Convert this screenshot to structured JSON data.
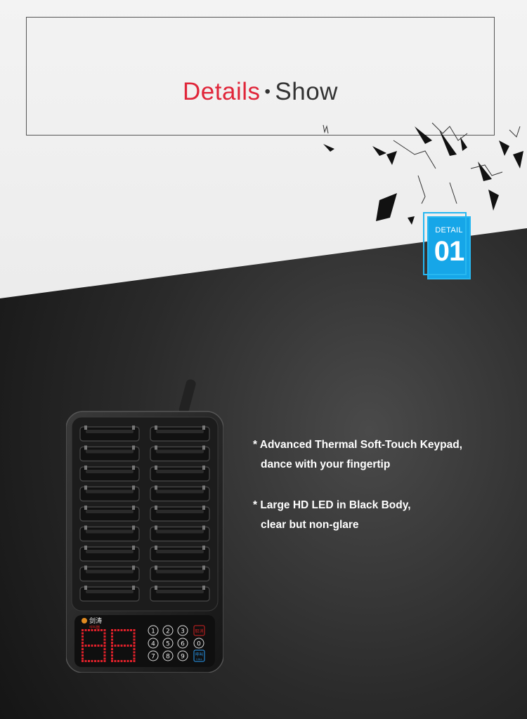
{
  "header": {
    "title_accent": "Details",
    "title_separator": "•",
    "title_rest": "Show"
  },
  "badge": {
    "label": "DETAIL",
    "number": "01"
  },
  "features": [
    {
      "line1": "* Advanced Thermal Soft-Touch Keypad,",
      "line2": "dance with your fingertip"
    },
    {
      "line1": "* Large HD LED in Black Body,",
      "line2": "clear but non-glare"
    }
  ],
  "device": {
    "slot_rows": 9,
    "slot_columns": 2,
    "brand_logo": "剑涛",
    "brand_sub": "呼叫器",
    "keypad_keys": [
      "1",
      "2",
      "3",
      "4",
      "5",
      "6",
      "7",
      "8",
      "9",
      "0"
    ],
    "cancel_key": "取消",
    "call_key": "呼叫",
    "call_key_sub": "CALL"
  },
  "colors": {
    "accent_red": "#e0263a",
    "badge_blue": "#16a6e8",
    "led_red": "#e0202a"
  }
}
